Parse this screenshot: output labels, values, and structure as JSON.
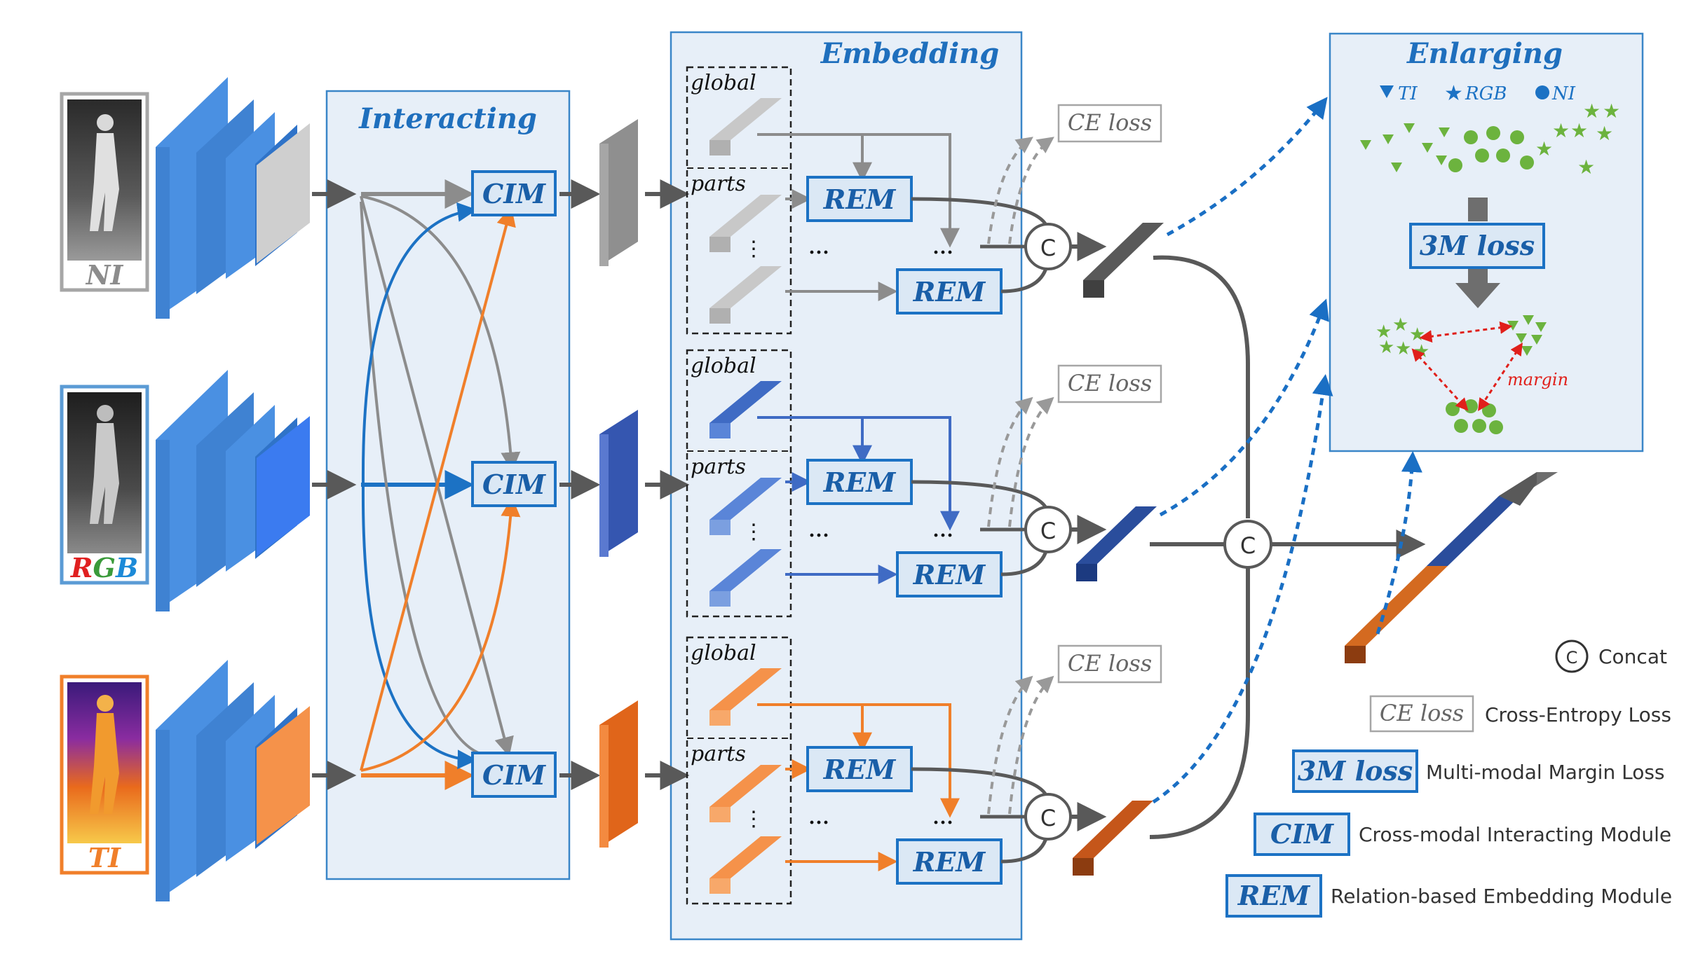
{
  "sections": {
    "interacting": "Interacting",
    "embedding": "Embedding",
    "enlarging": "Enlarging"
  },
  "modalities": {
    "ni": "NI",
    "rgb_r": "R",
    "rgb_g": "G",
    "rgb_b": "B",
    "ti": "TI"
  },
  "modules": {
    "cim": "CIM",
    "rem": "REM",
    "ce_loss": "CE loss",
    "three_m_loss": "3M loss",
    "concat_symbol": "C"
  },
  "embedding_labels": {
    "global": "global",
    "parts": "parts",
    "ellipsis": "⋮",
    "dots": "···"
  },
  "enlarging": {
    "legend_ti": "TI",
    "legend_rgb": "RGB",
    "legend_ni": "NI",
    "margin": "margin"
  },
  "legend": {
    "concat": "Concat",
    "ce_loss": "Cross-Entropy Loss",
    "three_m_loss": "Multi-modal Margin Loss",
    "cim": "Cross-modal Interacting Module",
    "rem": "Relation-based Embedding Module"
  },
  "colors": {
    "ni": "#c8c8c8",
    "rgb": "#2f6fd8",
    "ti": "#f07f2a",
    "module_border": "#1c72c4",
    "module_fill": "#dbe8f5",
    "panel_fill": "#e7eff8",
    "panel_border": "#3a86c8",
    "arrow_gray": "#595959",
    "green": "#6cb33e",
    "margin_red": "#e0201b",
    "dotted_blue": "#1a6fc4"
  }
}
